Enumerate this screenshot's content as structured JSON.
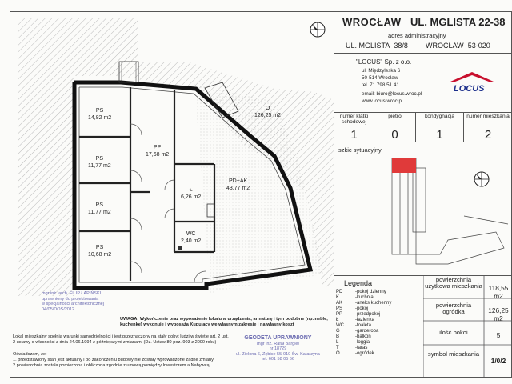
{
  "header": {
    "city": "WROCŁAW",
    "street": "UL. MGLISTA 22-38",
    "admin_label": "adres administracyjny",
    "addr_street": "UL. MGLISTA",
    "addr_number": "38/8",
    "addr_city": "WROCŁAW",
    "addr_zip": "53-020"
  },
  "company": {
    "name": "\"LOCUS\" Sp. z o.o.",
    "lines": [
      "ul. Międzyleska 6",
      "50-514 Wrocław",
      "tel. 71 798 51 41",
      "email: biuro@locus.wroc.pl",
      "www.locus.wroc.pl"
    ],
    "logo_text": "LOCUS",
    "logo_color": "#1c2f8c",
    "roof_color": "#c8102e"
  },
  "info_table": [
    {
      "label": "numer klatki schodowej",
      "value": "1"
    },
    {
      "label": "piętro",
      "value": "0"
    },
    {
      "label": "kondygnacja",
      "value": "1"
    },
    {
      "label": "numer mieszkania",
      "value": "2"
    }
  ],
  "site_plan_label": "szkic sytuacyjny",
  "rooms": [
    {
      "code": "PS",
      "area": "14,82 m2"
    },
    {
      "code": "PP",
      "area": "17,68 m2"
    },
    {
      "code": "PS",
      "area": "11,77 m2"
    },
    {
      "code": "PS",
      "area": "11,77 m2"
    },
    {
      "code": "PS",
      "area": "10,68 m2"
    },
    {
      "code": "Ł",
      "area": "6,26 m2"
    },
    {
      "code": "WC",
      "area": "2,40 m2"
    },
    {
      "code": "PD+AK",
      "area": "43,77 m2"
    },
    {
      "code": "O",
      "area": "126,25 m2"
    }
  ],
  "notes": {
    "warning": "UWAGA: Wykończenie oraz wyposażenie lokalu w urządzenia, armaturę i tym podobne (np.meble, kuchenkę) wykonuje i wyposaża Kupujący we własnym zakresie i na własny koszt",
    "para1": "Lokal mieszkalny spełnia warunki samodzielności i jest przeznaczony na stały pobyt ludzi w świetle art. 2 ust. 2 ustawy o własności z dnia 24.06.1994 z późniejszymi zmianami (Dz. Ustaw 80 poz. 903 z 2000 roku)",
    "para2": "Oświadczam, że:",
    "para3": "1. przedstawiony stan jest aktualny i po zakończeniu budowy nie zostały wprowadzone żadne zmiany;",
    "para4": "2.powierzchnia została pomierzona i obliczona zgodnie z umową pomiędzy Inwestorem a Nabywcą;",
    "stamp1_lines": [
      "mgr inż. arch. FILIP ŁAPIŃSKI",
      "uprawniony do projektowania",
      "w specjalności architektonicznej",
      "04/05/DOŚ/2012"
    ],
    "stamp2_lines": [
      "GEODETA UPRAWNIONY",
      "mgr inż. Rafał Bargieł",
      "nr 18729",
      "ul. Zielona 6, Zębice 55-010 Św. Katarzyna",
      "tel. 601 58 05 66"
    ]
  },
  "legend": {
    "title": "Legenda",
    "items": [
      {
        "k": "PD",
        "v": "-pokój dzienny"
      },
      {
        "k": "K",
        "v": "-kuchnia"
      },
      {
        "k": "AK",
        "v": "-aneks kuchenny"
      },
      {
        "k": "PS",
        "v": "-pokój"
      },
      {
        "k": "PP",
        "v": "-przedpokój"
      },
      {
        "k": "Ł",
        "v": "-łazienka"
      },
      {
        "k": "WC",
        "v": "-toaleta"
      },
      {
        "k": "G",
        "v": "-garderoba"
      },
      {
        "k": "B",
        "v": "-balkon"
      },
      {
        "k": "L",
        "v": "-loggia"
      },
      {
        "k": "T",
        "v": "-taras"
      },
      {
        "k": "O",
        "v": "-ogródek"
      }
    ]
  },
  "stats": [
    {
      "label": "powierzchnia użytkowa mieszkania",
      "value": "118,55 m2"
    },
    {
      "label": "powierzchnia ogródka",
      "value": "126,25 m2"
    },
    {
      "label": "ilość pokoi",
      "value": "5"
    },
    {
      "label": "symbol mieszkania",
      "value": "1/0/2"
    }
  ]
}
